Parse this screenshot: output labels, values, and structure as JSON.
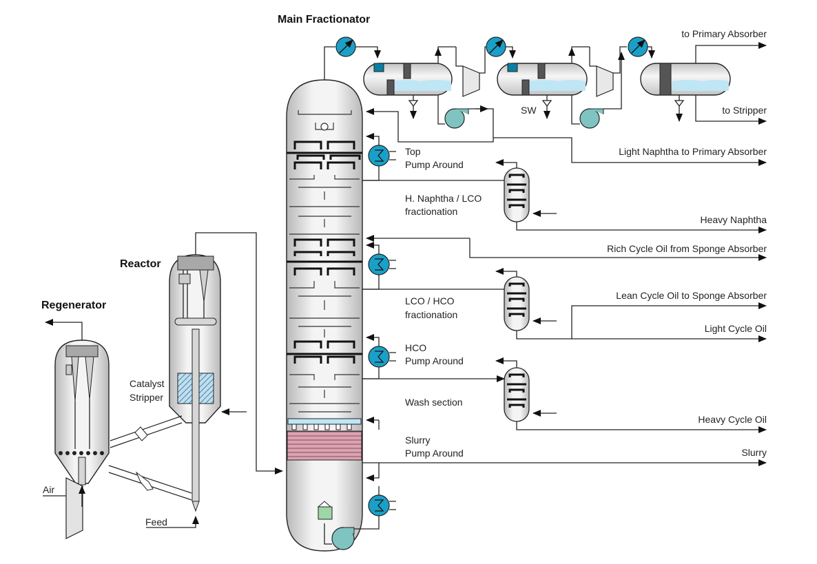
{
  "titles": {
    "main_fractionator": "Main Fractionator",
    "reactor": "Reactor",
    "regenerator": "Regenerator"
  },
  "labels": {
    "to_primary_absorber": "to Primary Absorber",
    "to_stripper": "to Stripper",
    "sw": "SW",
    "light_naphtha": "Light Naphtha to Primary Absorber",
    "top_pa_1": "Top",
    "top_pa_2": "Pump Around",
    "hn_lco_1": "H. Naphtha / LCO",
    "hn_lco_2": "fractionation",
    "heavy_naphtha": "Heavy Naphtha",
    "rich_cycle_oil": "Rich Cycle Oil from Sponge Absorber",
    "lco_hco_1": "LCO / HCO",
    "lco_hco_2": "fractionation",
    "lean_cycle_oil": "Lean Cycle Oil to Sponge Absorber",
    "light_cycle_oil": "Light Cycle Oil",
    "hco_pa_1": "HCO",
    "hco_pa_2": "Pump Around",
    "wash_section": "Wash section",
    "heavy_cycle_oil": "Heavy Cycle Oil",
    "slurry_pa_1": "Slurry",
    "slurry_pa_2": "Pump Around",
    "slurry": "Slurry",
    "catalyst_1": "Catalyst",
    "catalyst_2": "Stripper",
    "air": "Air",
    "feed": "Feed"
  },
  "colors": {
    "exchanger": "#1aa0c8",
    "pump": "#7fc4c0",
    "liquid": "#bfe6f5",
    "packing": "#c9889a"
  }
}
